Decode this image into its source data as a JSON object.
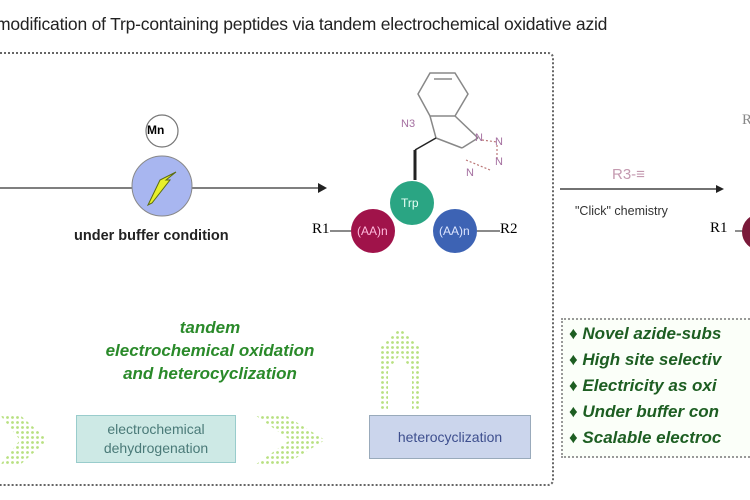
{
  "title": "modification of Trp-containing peptides via tandem electrochemical oxidative azid",
  "left_arrow": {
    "catalyst": "Mn",
    "condition": "under buffer condition"
  },
  "product": {
    "azide": "N3",
    "n_labels": [
      "N",
      "N",
      "N",
      "N"
    ],
    "residue": "Trp",
    "left_group": "(AA)n",
    "right_group": "(AA)n",
    "r1": "R1",
    "r2": "R2"
  },
  "click": {
    "reagent": "R3-≡",
    "label": "\"Click\" chemistry",
    "r1": "R1",
    "partial_r": "R"
  },
  "tandem_text": [
    "tandem",
    "electrochemical oxidation",
    "and heterocyclization"
  ],
  "steps": {
    "step1": [
      "electrochemical",
      "dehydrogenation"
    ],
    "step2": "heterocyclization"
  },
  "features": [
    "Novel azide-subs",
    "High site selectiv",
    "Electricity as oxi",
    "Under buffer con",
    "Scalable electroc"
  ],
  "colors": {
    "trp": "#2aa583",
    "aa_left": "#a0134a",
    "aa_right": "#3d63b4",
    "green_text": "#2a8a2a",
    "step1_bg": "#cde9e5",
    "step2_bg": "#cbd5ec"
  }
}
